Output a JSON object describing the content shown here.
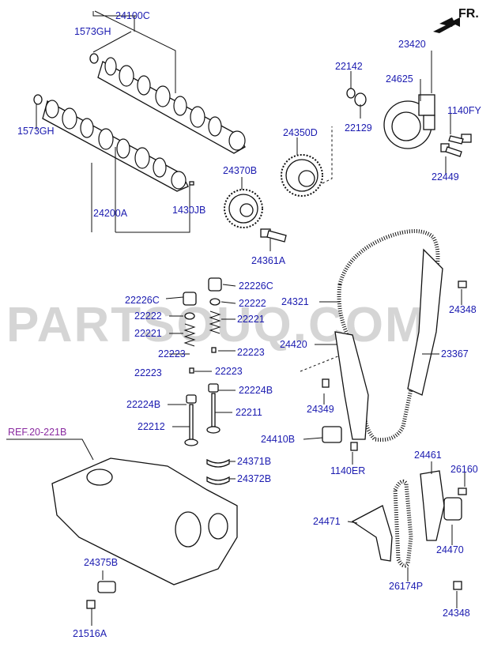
{
  "orientation_label": "FR.",
  "watermark": "PARTSOUQ.COM",
  "reference_label": "REF.20-221B",
  "part_labels": {
    "p24100C": "24100C",
    "p1573GH_top": "1573GH",
    "p1573GH_left": "1573GH",
    "p24200A": "24200A",
    "p1430JB": "1430JB",
    "p24370B": "24370B",
    "p24361A": "24361A",
    "p24350D": "24350D",
    "p22142": "22142",
    "p22129": "22129",
    "p23420": "23420",
    "p24625": "24625",
    "p1140FY": "1140FY",
    "p22449": "22449",
    "p22226C_r": "22226C",
    "p22226C_l": "22226C",
    "p22222_r": "22222",
    "p22222_l": "22222",
    "p22221_r": "22221",
    "p22221_l": "22221",
    "p22223_a": "22223",
    "p22223_b": "22223",
    "p22223_c": "22223",
    "p22223_d": "22223",
    "p22224B_r": "22224B",
    "p22224B_l": "22224B",
    "p22211": "22211",
    "p22212": "22212",
    "p24371B": "24371B",
    "p24372B": "24372B",
    "p24321": "24321",
    "p24348_top": "24348",
    "p24420": "24420",
    "p23367": "23367",
    "p24349": "24349",
    "p24410B": "24410B",
    "p1140ER": "1140ER",
    "p24461": "24461",
    "p26160": "26160",
    "p24471": "24471",
    "p24470": "24470",
    "p26174P": "26174P",
    "p24348_bot": "24348",
    "p24375B": "24375B",
    "p21516A": "21516A"
  }
}
